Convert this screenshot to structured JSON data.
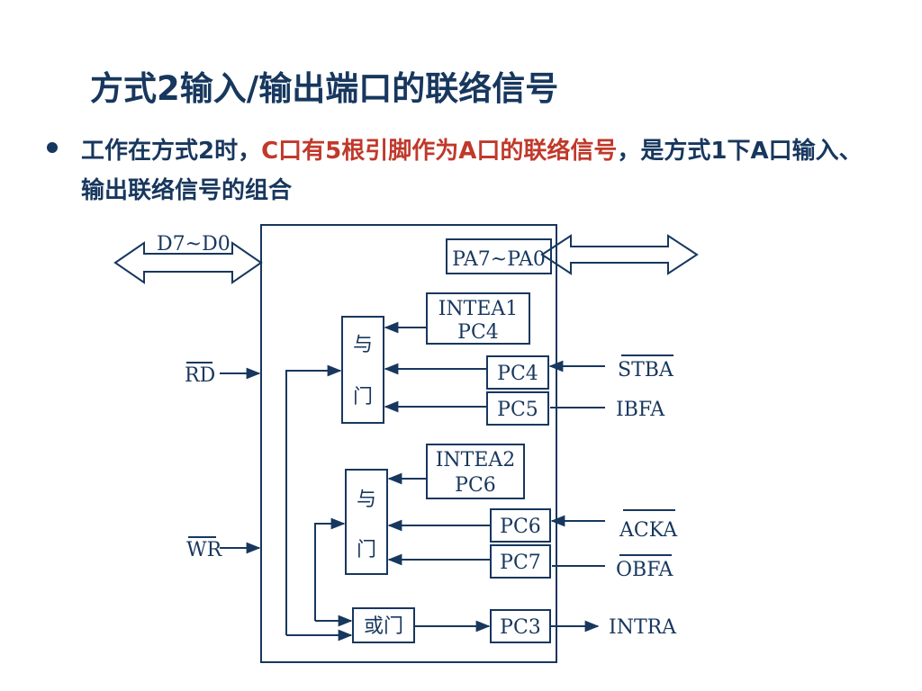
{
  "slide": {
    "title": "方式2输入/输出端口的联络信号",
    "bullet": {
      "part1": "工作在方式2时，",
      "highlight": "C口有5根引脚作为A口的联络信号",
      "part2": "，是方式1下A口输入、输出联络信号的组合"
    }
  },
  "diagram": {
    "data_bus": "D7~D0",
    "port_a": "PA7~PA0",
    "inte1": {
      "line1": "INTEA1",
      "line2": "PC4"
    },
    "inte2": {
      "line1": "INTEA2",
      "line2": "PC6"
    },
    "and_gate": {
      "char1": "与",
      "char2": "门"
    },
    "or_gate": "或门",
    "pins": {
      "pc4": "PC4",
      "pc5": "PC5",
      "pc6": "PC6",
      "pc7": "PC7",
      "pc3": "PC3"
    },
    "signals": {
      "rd": "RD",
      "wr": "WR",
      "stba": "STBA",
      "ibfa": "IBFA",
      "acka": "ACKA",
      "obfa": "OBFA",
      "intra": "INTRA"
    }
  },
  "colors": {
    "primary": "#17375e",
    "highlight": "#c0392b"
  }
}
